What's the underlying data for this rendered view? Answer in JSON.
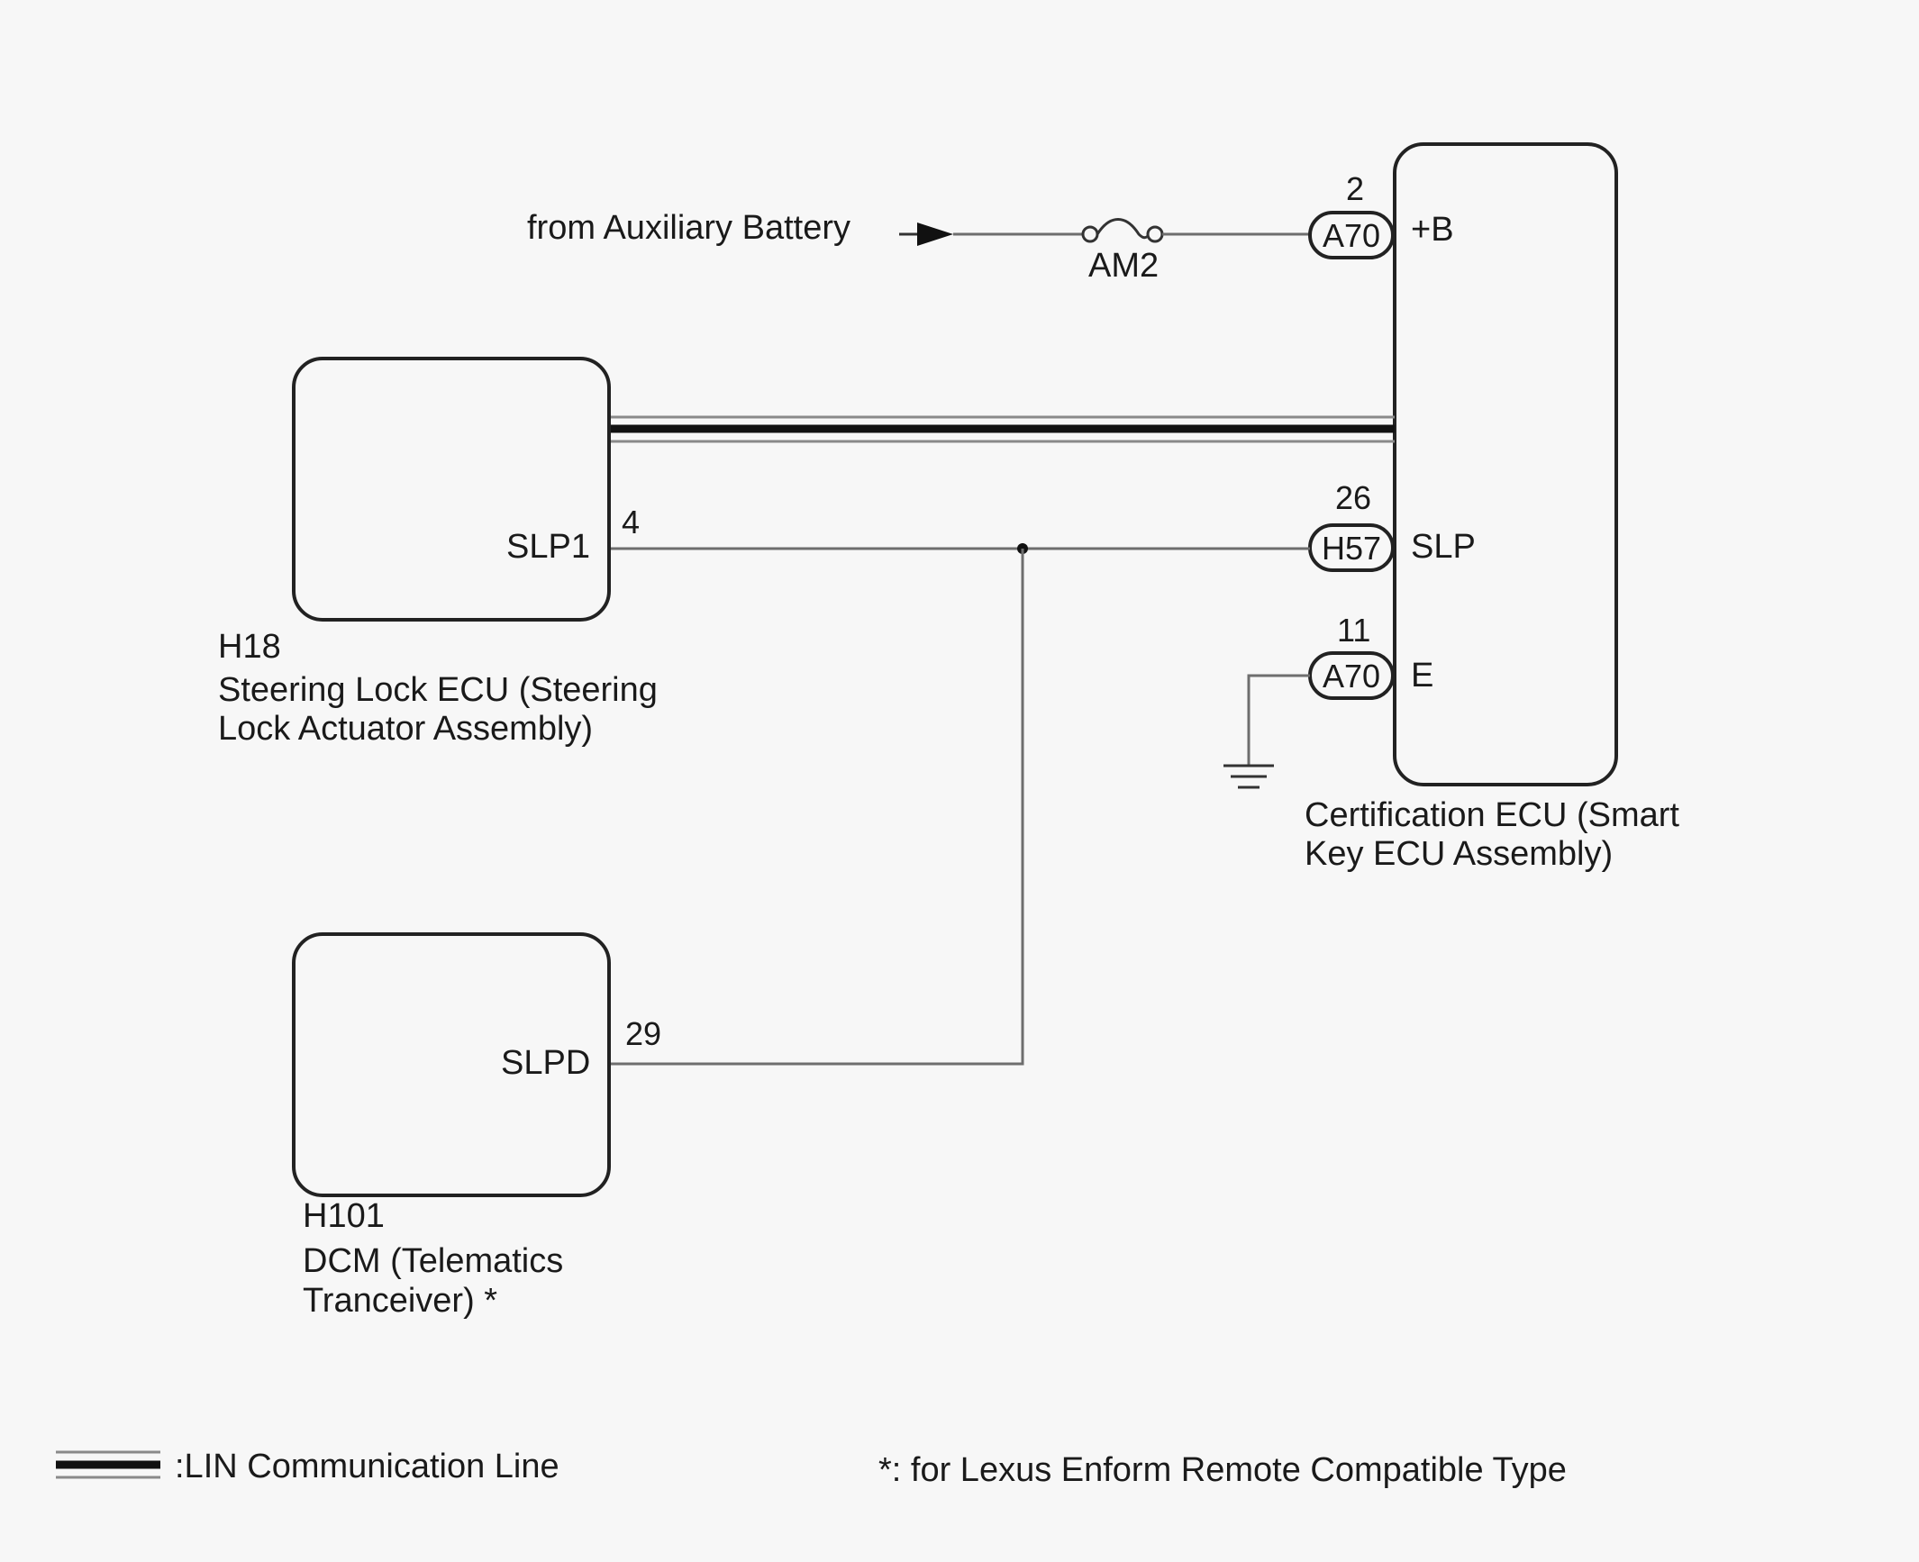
{
  "source": {
    "label": "from Auxiliary Battery",
    "fuse": "AM2"
  },
  "certification_ecu": {
    "name_line1": "Certification ECU (Smart",
    "name_line2": "Key ECU Assembly)",
    "pins": [
      {
        "pin": "2",
        "connector": "A70",
        "terminal": "+B"
      },
      {
        "pin": "26",
        "connector": "H57",
        "terminal": "SLP"
      },
      {
        "pin": "11",
        "connector": "A70",
        "terminal": "E"
      }
    ]
  },
  "steering_lock_ecu": {
    "code": "H18",
    "name_line1": "Steering Lock ECU (Steering",
    "name_line2": "Lock Actuator Assembly)",
    "terminal": "SLP1",
    "pin": "4"
  },
  "dcm": {
    "code": "H101",
    "name_line1": "DCM (Telematics",
    "name_line2": "Tranceiver) *",
    "terminal": "SLPD",
    "pin": "29"
  },
  "legend": {
    "lin_label": ":LIN Communication Line",
    "footnote": "*: for Lexus Enform Remote Compatible Type"
  },
  "colors": {
    "background": "#f7f7f7",
    "wire": "#6e6e6e",
    "ink": "#1a1a1a",
    "lin_outer": "#8a8a8a"
  }
}
